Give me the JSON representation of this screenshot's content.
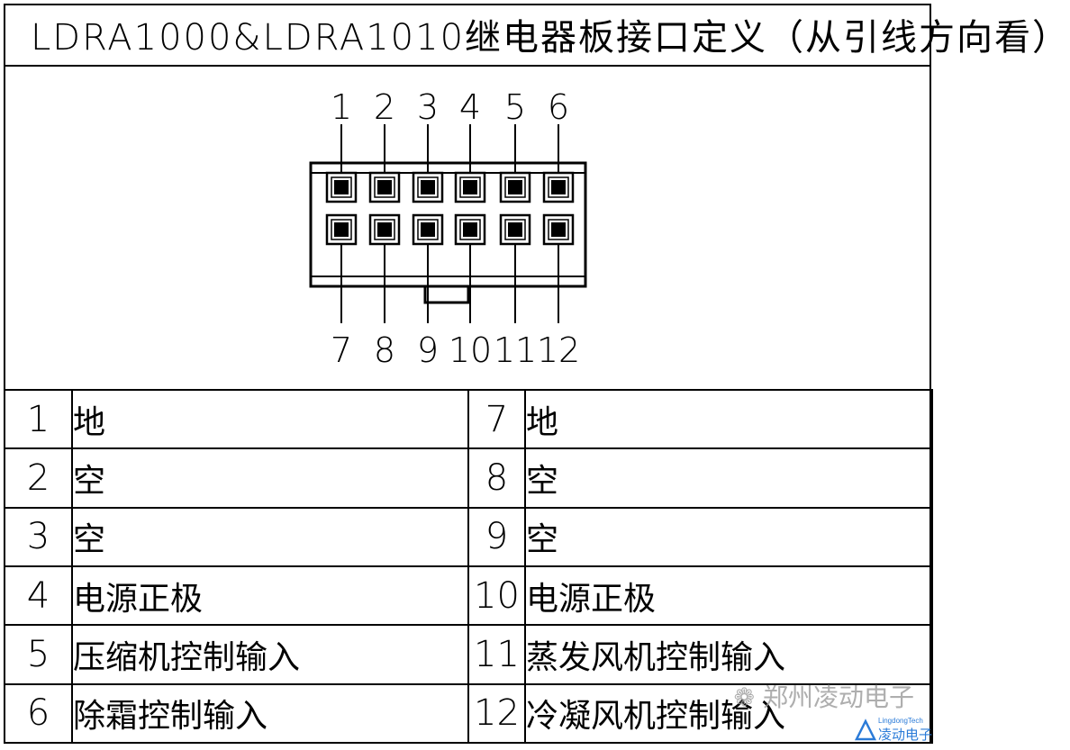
{
  "title": "LDRA1000&LDRA1010继电器板接口定义（从引线方向看）",
  "top_pin_labels": [
    "1",
    "2",
    "3",
    "4",
    "5",
    "6"
  ],
  "bottom_pin_labels": [
    "7",
    "8",
    "9",
    "10",
    "11",
    "12"
  ],
  "rows": [
    {
      "left_num": "1",
      "left_desc": "地",
      "right_num": "7",
      "right_desc": "地"
    },
    {
      "left_num": "2",
      "left_desc": "空",
      "right_num": "8",
      "right_desc": "空"
    },
    {
      "left_num": "3",
      "left_desc": "空",
      "right_num": "9",
      "right_desc": "空"
    },
    {
      "left_num": "4",
      "left_desc": "电源正极",
      "right_num": "10",
      "right_desc": "电源正极"
    },
    {
      "left_num": "5",
      "left_desc": "压缩机控制输入",
      "right_num": "11",
      "right_desc": "蒸发风机控制输入"
    },
    {
      "left_num": "6",
      "left_desc": "除霜控制输入",
      "right_num": "12",
      "right_desc": "冷凝风机控制输入"
    }
  ],
  "watermark": {
    "text": "郑州凌动电子",
    "brand_en": "LingdongTech",
    "brand_cn": "凌动电子"
  }
}
